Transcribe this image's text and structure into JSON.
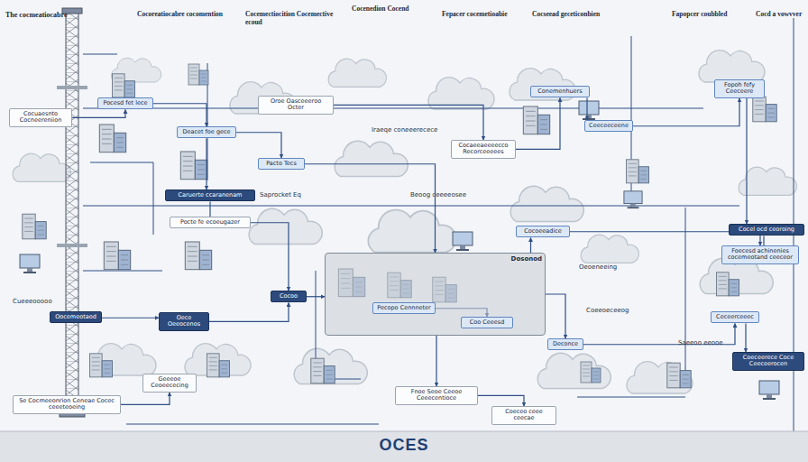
{
  "diagram": {
    "title": "The cocmeatiocabre",
    "caption": "OCES",
    "nodes": [
      {
        "text": [
          "Cocuaesnto Cocneereniion"
        ]
      },
      {
        "text": [
          "Pocesd fet lece"
        ]
      },
      {
        "text": [
          "Deacet foe gece"
        ]
      },
      {
        "text": [
          "Oroe Oasceeeroo Octer"
        ]
      },
      {
        "text": [
          "Pacto Tecs"
        ]
      },
      {
        "text": [
          "Caruerte ccaranenam"
        ]
      },
      {
        "text": [
          "Pocte fe ecoeugazer"
        ]
      },
      {
        "text": [
          "Cocaeeaeeeecco Recorceeeees"
        ]
      },
      {
        "text": [
          "Conemenhuers"
        ]
      },
      {
        "text": [
          "Ceeceeceene"
        ]
      },
      {
        "text": [
          "Fopoh fefy Ceeceere"
        ]
      },
      {
        "text": [
          "Cocel ocd ceoroing"
        ]
      },
      {
        "text": [
          "Foecesd achinenies cocemeotand ceeceor"
        ]
      },
      {
        "text": [
          "Dosonod"
        ]
      },
      {
        "text": [
          "Pecopo Cennneter"
        ],
        "in": 13
      },
      {
        "text": [
          "Coo Ceeesd"
        ],
        "in": 13
      },
      {
        "text": [
          "Cocoo"
        ]
      },
      {
        "text": [
          "Oocemeotaod"
        ]
      },
      {
        "text": [
          "Oece Oeeocenos"
        ]
      },
      {
        "text": [
          "Ceceerceeec"
        ]
      },
      {
        "text": [
          "Deconce"
        ]
      },
      {
        "text": [
          "Coeceerece Coce Ceeceerocen"
        ]
      },
      {
        "text": [
          "Fnoe Seoe Ceeoe Ceeecentioce"
        ]
      },
      {
        "text": [
          "Coeceo ceee ceecae"
        ]
      },
      {
        "text": [
          "Se Cocmeeonrion Ceneae Cocec ceeeteoeing"
        ]
      },
      {
        "text": [
          "Geeeoe Ceoeececing"
        ]
      },
      {
        "text": [
          "Cocoeeadice"
        ]
      }
    ],
    "edges": [
      {
        "from": 0,
        "to": 1,
        "arrow": "to"
      },
      {
        "from": 1,
        "to": 2,
        "arrow": "to"
      },
      {
        "from": 2,
        "to": 5,
        "arrow": "to"
      },
      {
        "from": 2,
        "to": 4,
        "arrow": "to"
      },
      {
        "from": 4,
        "to": 13,
        "arrow": "to"
      },
      {
        "from": 5,
        "to": 6,
        "arrow": "none"
      },
      {
        "from": 6,
        "to": 16,
        "arrow": "to"
      },
      {
        "from": 3,
        "to": 7,
        "arrow": "to"
      },
      {
        "from": 7,
        "to": 8,
        "arrow": "to"
      },
      {
        "from": 8,
        "to": 9,
        "arrow": "to"
      },
      {
        "from": 9,
        "to": 10,
        "arrow": "to"
      },
      {
        "from": 10,
        "to": 11,
        "arrow": "to"
      },
      {
        "from": 11,
        "to": 12,
        "arrow": "none"
      },
      {
        "from": 13,
        "to": 26,
        "arrow": "to"
      },
      {
        "from": 26,
        "to": 12,
        "arrow": "to"
      },
      {
        "from": 16,
        "to": 13,
        "arrow": "to"
      },
      {
        "from": 17,
        "to": 18,
        "arrow": "to"
      },
      {
        "from": 18,
        "to": 16,
        "arrow": "to"
      },
      {
        "from": 13,
        "to": 22,
        "arrow": "to"
      },
      {
        "from": 22,
        "to": 23,
        "arrow": "to"
      },
      {
        "from": 13,
        "to": 20,
        "arrow": "to"
      },
      {
        "from": 20,
        "to": 19,
        "arrow": "to"
      },
      {
        "from": 19,
        "to": 21,
        "arrow": "to"
      },
      {
        "from": 24,
        "to": 25,
        "arrow": "to"
      },
      {
        "from": 14,
        "to": 15,
        "arrow": "to"
      }
    ],
    "labels": [
      "Cocoreatiocabre cocomention",
      "Cocemectiocition Cocemective ecoud",
      "Cocenedion Cocend",
      "Fepacer cocemetioabie",
      "Cocseead geceticonbien",
      "Fapopcer coubbled",
      "Cocd a vowvver",
      "Saprocket Eq",
      "Iraeqe coneeerecece",
      "Beoog ceeeeosee",
      "Oeoeneeing",
      "Saeeoo eeooe",
      "Coeeoeceeog",
      "Cueeeooooo"
    ]
  }
}
